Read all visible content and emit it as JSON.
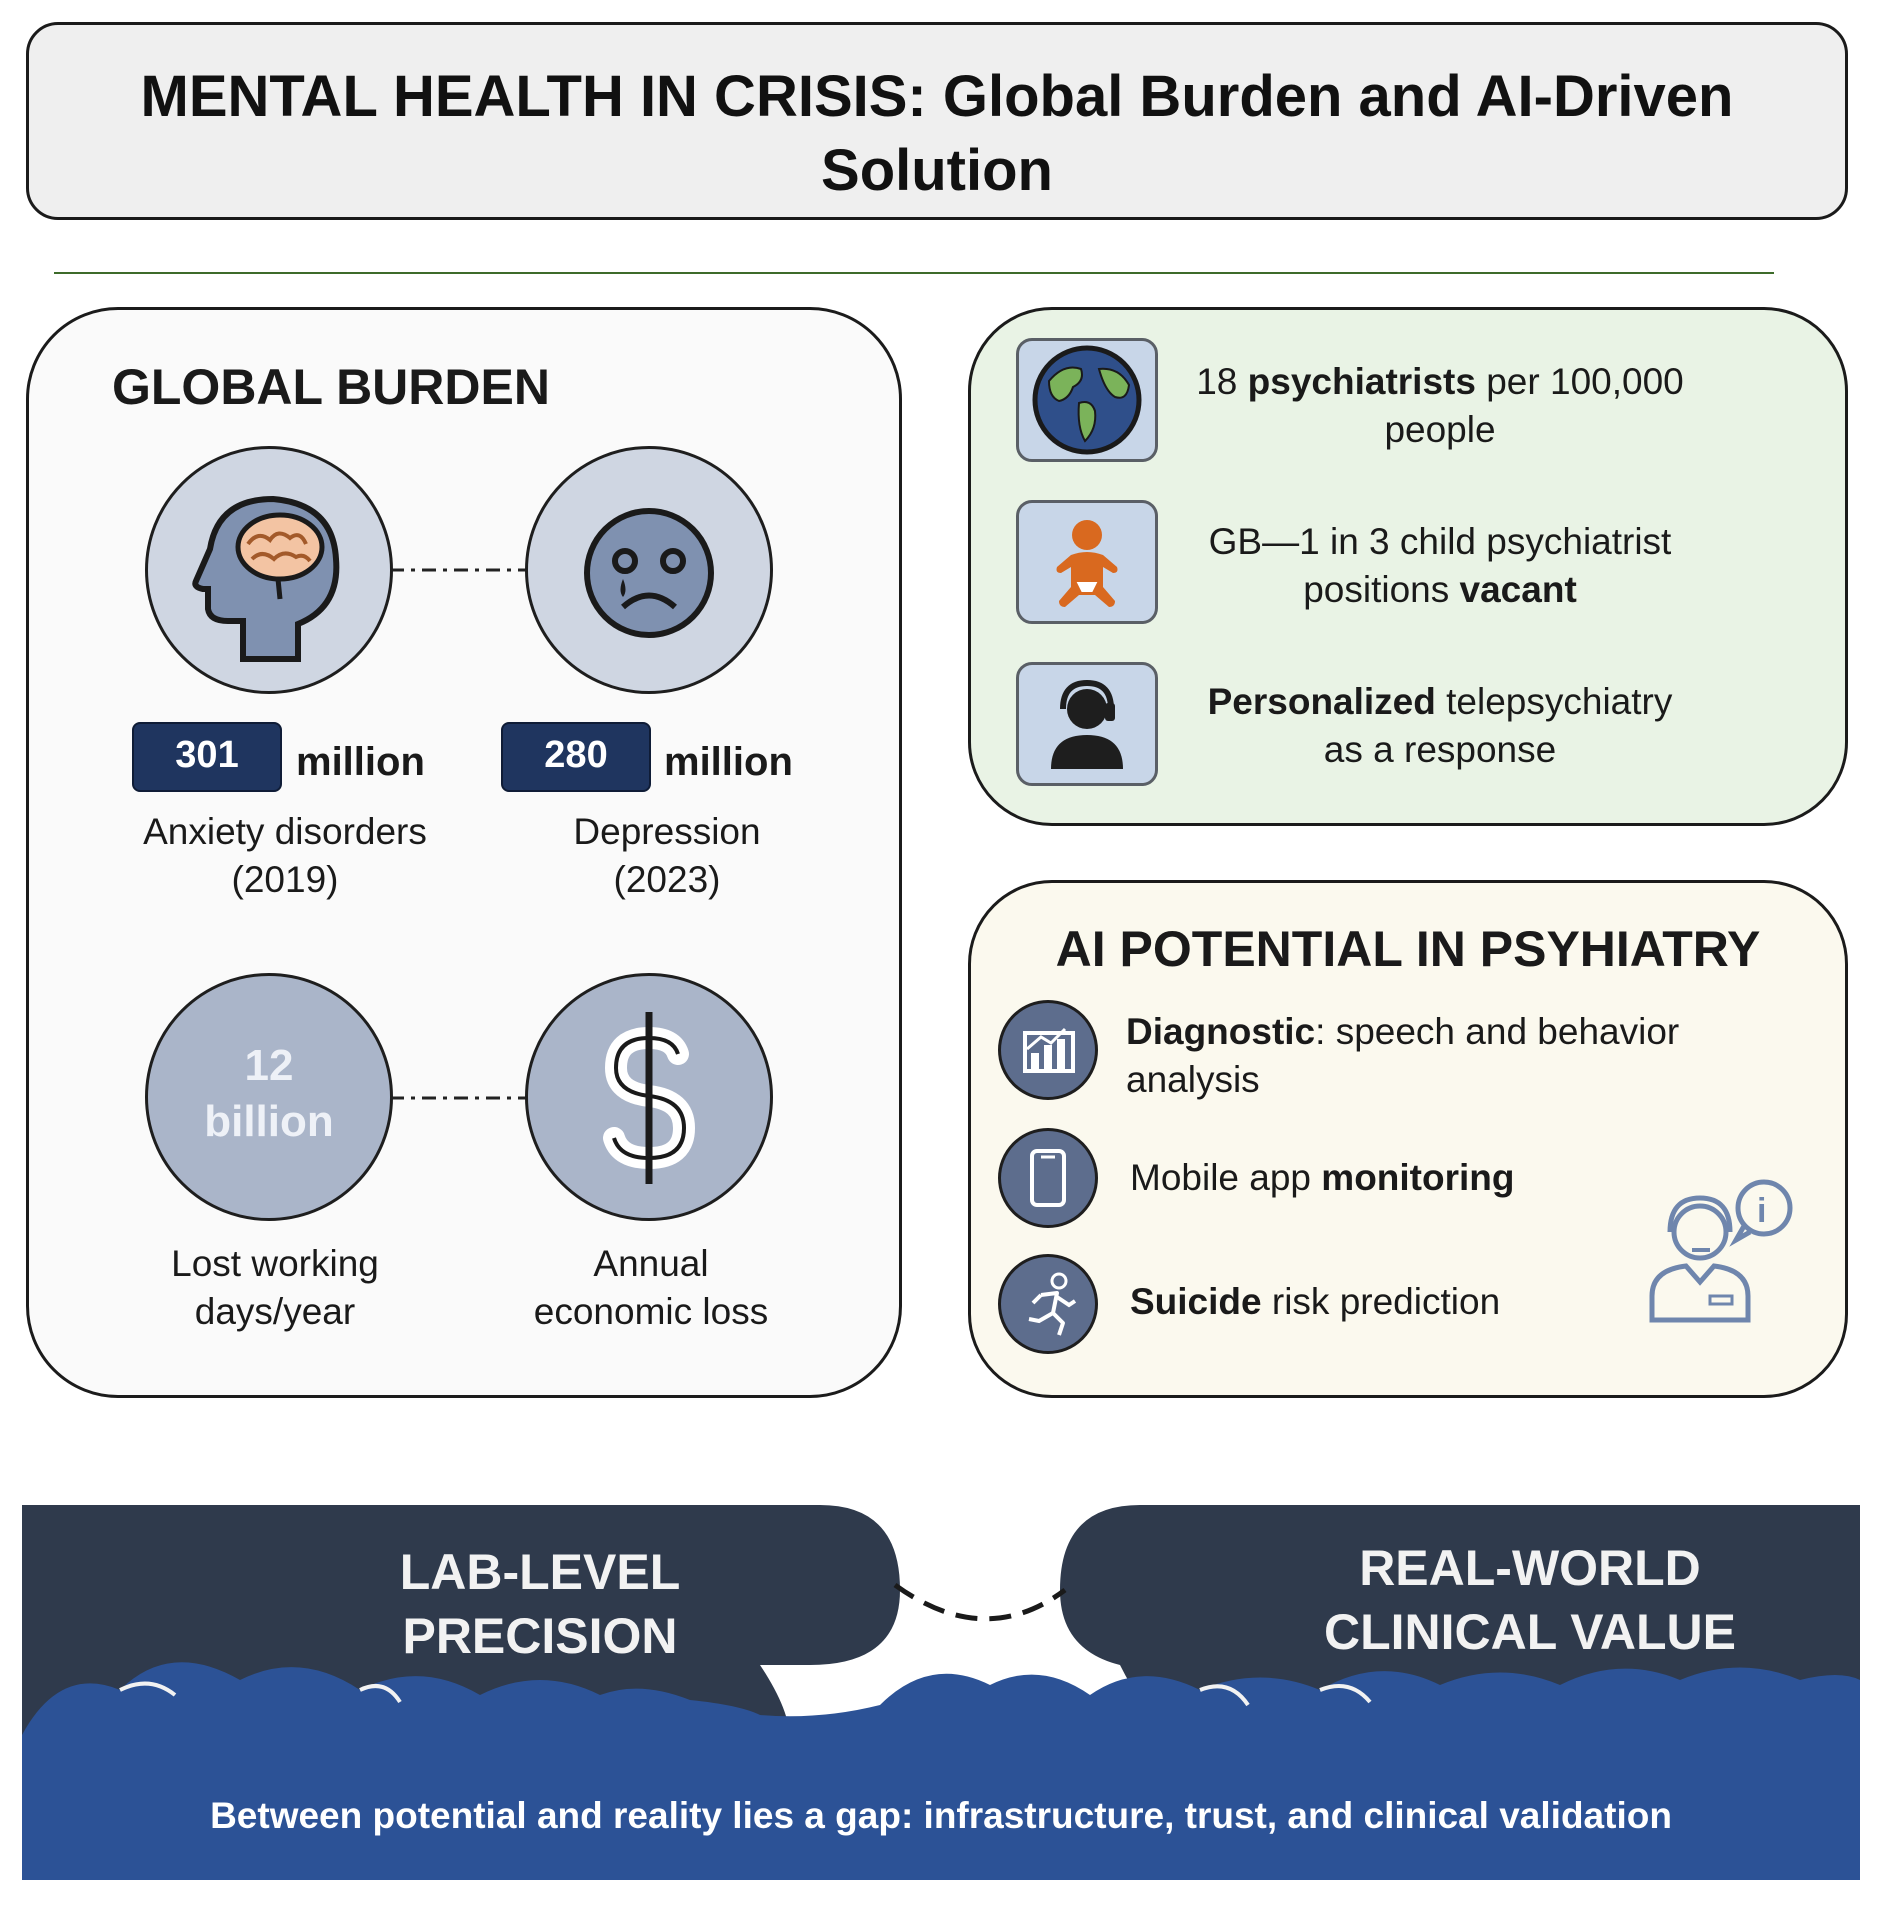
{
  "title": "MENTAL HEALTH IN CRISIS: Global Burden and AI-Driven Solution",
  "global_burden": {
    "heading": "GLOBAL BURDEN",
    "anxiety": {
      "value": "301",
      "unit": "million",
      "label_line1": "Anxiety disorders",
      "label_line2": "(2019)"
    },
    "depression": {
      "value": "280",
      "unit": "million",
      "label_line1": "Depression",
      "label_line2": "(2023)"
    },
    "lost_days": {
      "value_line1": "12",
      "value_line2": "billion",
      "label_line1": "Lost working",
      "label_line2": "days/year"
    },
    "economic": {
      "label_line1": "Annual",
      "label_line2": "economic loss"
    }
  },
  "workforce": {
    "psychiatrists": {
      "prefix": "18 ",
      "bold": "psychiatrists",
      "suffix": " per 100,000",
      "line2": "people"
    },
    "child": {
      "line1": "GB—1 in 3 child psychiatrist",
      "prefix2": "positions ",
      "bold2": "vacant"
    },
    "telepsychiatry": {
      "bold": "Personalized",
      "suffix": " telepsychiatry",
      "line2": "as a response"
    }
  },
  "ai_potential": {
    "heading": "AI POTENTIAL IN PSYHIATRY",
    "diagnostic": {
      "bold": "Diagnostic",
      "text": ": speech and behavior",
      "line2": "analysis"
    },
    "mobile": {
      "text": "Mobile app ",
      "bold": "monitoring"
    },
    "suicide": {
      "bold": "Suicide",
      "text": " risk prediction"
    }
  },
  "bottom": {
    "left_line1": "LAB-LEVEL",
    "left_line2": "PRECISION",
    "right_line1": "REAL-WORLD",
    "right_line2": "CLINICAL VALUE",
    "gap": "Between potential and reality lies a gap: infrastructure, trust, and clinical validation"
  },
  "colors": {
    "navy_badge": "#1f355f",
    "panel_green": "#e9f3e5",
    "panel_cream": "#fbf9ee",
    "band_dark": "#2f3a4c",
    "wave_blue": "#2c5296",
    "icon_blue": "#5d6d8d"
  },
  "icons": [
    "head-brain-icon",
    "sad-face-icon",
    "dollar-icon",
    "globe-icon",
    "baby-icon",
    "headset-user-icon",
    "chart-icon",
    "phone-icon",
    "running-person-icon",
    "support-agent-icon"
  ]
}
